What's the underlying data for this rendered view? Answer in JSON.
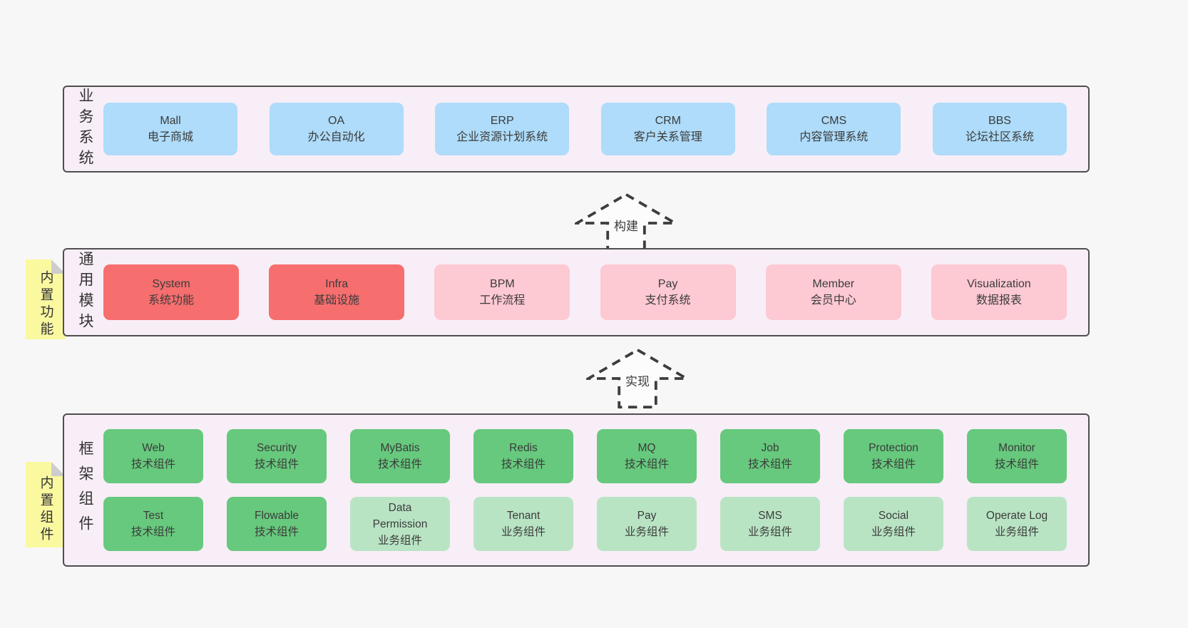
{
  "layers": [
    {
      "label": "业务系统",
      "sticky": null,
      "boxes_rows": [
        [
          {
            "name": "Mall",
            "desc": "电子商城",
            "type": "blue"
          },
          {
            "name": "OA",
            "desc": "办公自动化",
            "type": "blue"
          },
          {
            "name": "ERP",
            "desc": "企业资源计划系统",
            "type": "blue"
          },
          {
            "name": "CRM",
            "desc": "客户关系管理",
            "type": "blue"
          },
          {
            "name": "CMS",
            "desc": "内容管理系统",
            "type": "blue"
          },
          {
            "name": "BBS",
            "desc": "论坛社区系统",
            "type": "blue"
          }
        ]
      ]
    },
    {
      "label": "通用模块",
      "sticky": "内置功能",
      "boxes_rows": [
        [
          {
            "name": "System",
            "desc": "系统功能",
            "type": "red"
          },
          {
            "name": "Infra",
            "desc": "基础设施",
            "type": "red"
          },
          {
            "name": "BPM",
            "desc": "工作流程",
            "type": "pink"
          },
          {
            "name": "Pay",
            "desc": "支付系统",
            "type": "pink"
          },
          {
            "name": "Member",
            "desc": "会员中心",
            "type": "pink"
          },
          {
            "name": "Visualization",
            "desc": "数据报表",
            "type": "pink"
          }
        ]
      ]
    },
    {
      "label": "框架组件",
      "sticky": "内置组件",
      "boxes_rows": [
        [
          {
            "name": "Web",
            "desc": "技术组件",
            "type": "green"
          },
          {
            "name": "Security",
            "desc": "技术组件",
            "type": "green"
          },
          {
            "name": "MyBatis",
            "desc": "技术组件",
            "type": "green"
          },
          {
            "name": "Redis",
            "desc": "技术组件",
            "type": "green"
          },
          {
            "name": "MQ",
            "desc": "技术组件",
            "type": "green"
          },
          {
            "name": "Job",
            "desc": "技术组件",
            "type": "green"
          },
          {
            "name": "Protection",
            "desc": "技术组件",
            "type": "green"
          },
          {
            "name": "Monitor",
            "desc": "技术组件",
            "type": "green"
          }
        ],
        [
          {
            "name": "Test",
            "desc": "技术组件",
            "type": "green"
          },
          {
            "name": "Flowable",
            "desc": "技术组件",
            "type": "green"
          },
          {
            "name": "Data Permission",
            "desc": "业务组件",
            "type": "lightgreen"
          },
          {
            "name": "Tenant",
            "desc": "业务组件",
            "type": "lightgreen"
          },
          {
            "name": "Pay",
            "desc": "业务组件",
            "type": "lightgreen"
          },
          {
            "name": "SMS",
            "desc": "业务组件",
            "type": "lightgreen"
          },
          {
            "name": "Social",
            "desc": "业务组件",
            "type": "lightgreen"
          },
          {
            "name": "Operate Log",
            "desc": "业务组件",
            "type": "lightgreen"
          }
        ]
      ]
    }
  ],
  "arrows": [
    {
      "label": "构建"
    },
    {
      "label": "实现"
    }
  ],
  "colors": {
    "page_background": "#f7f7f7",
    "panel_background": "#f8eef7",
    "panel_border": "#4f4f4f",
    "blue_box": "#aedcfa",
    "red_box": "#f76e6e",
    "pink_box": "#fdc9d3",
    "green_box": "#67c97d",
    "lightgreen_box": "#b9e4c4",
    "sticky_yellow": "#fbf9a0",
    "text": "#3b3b3b"
  }
}
